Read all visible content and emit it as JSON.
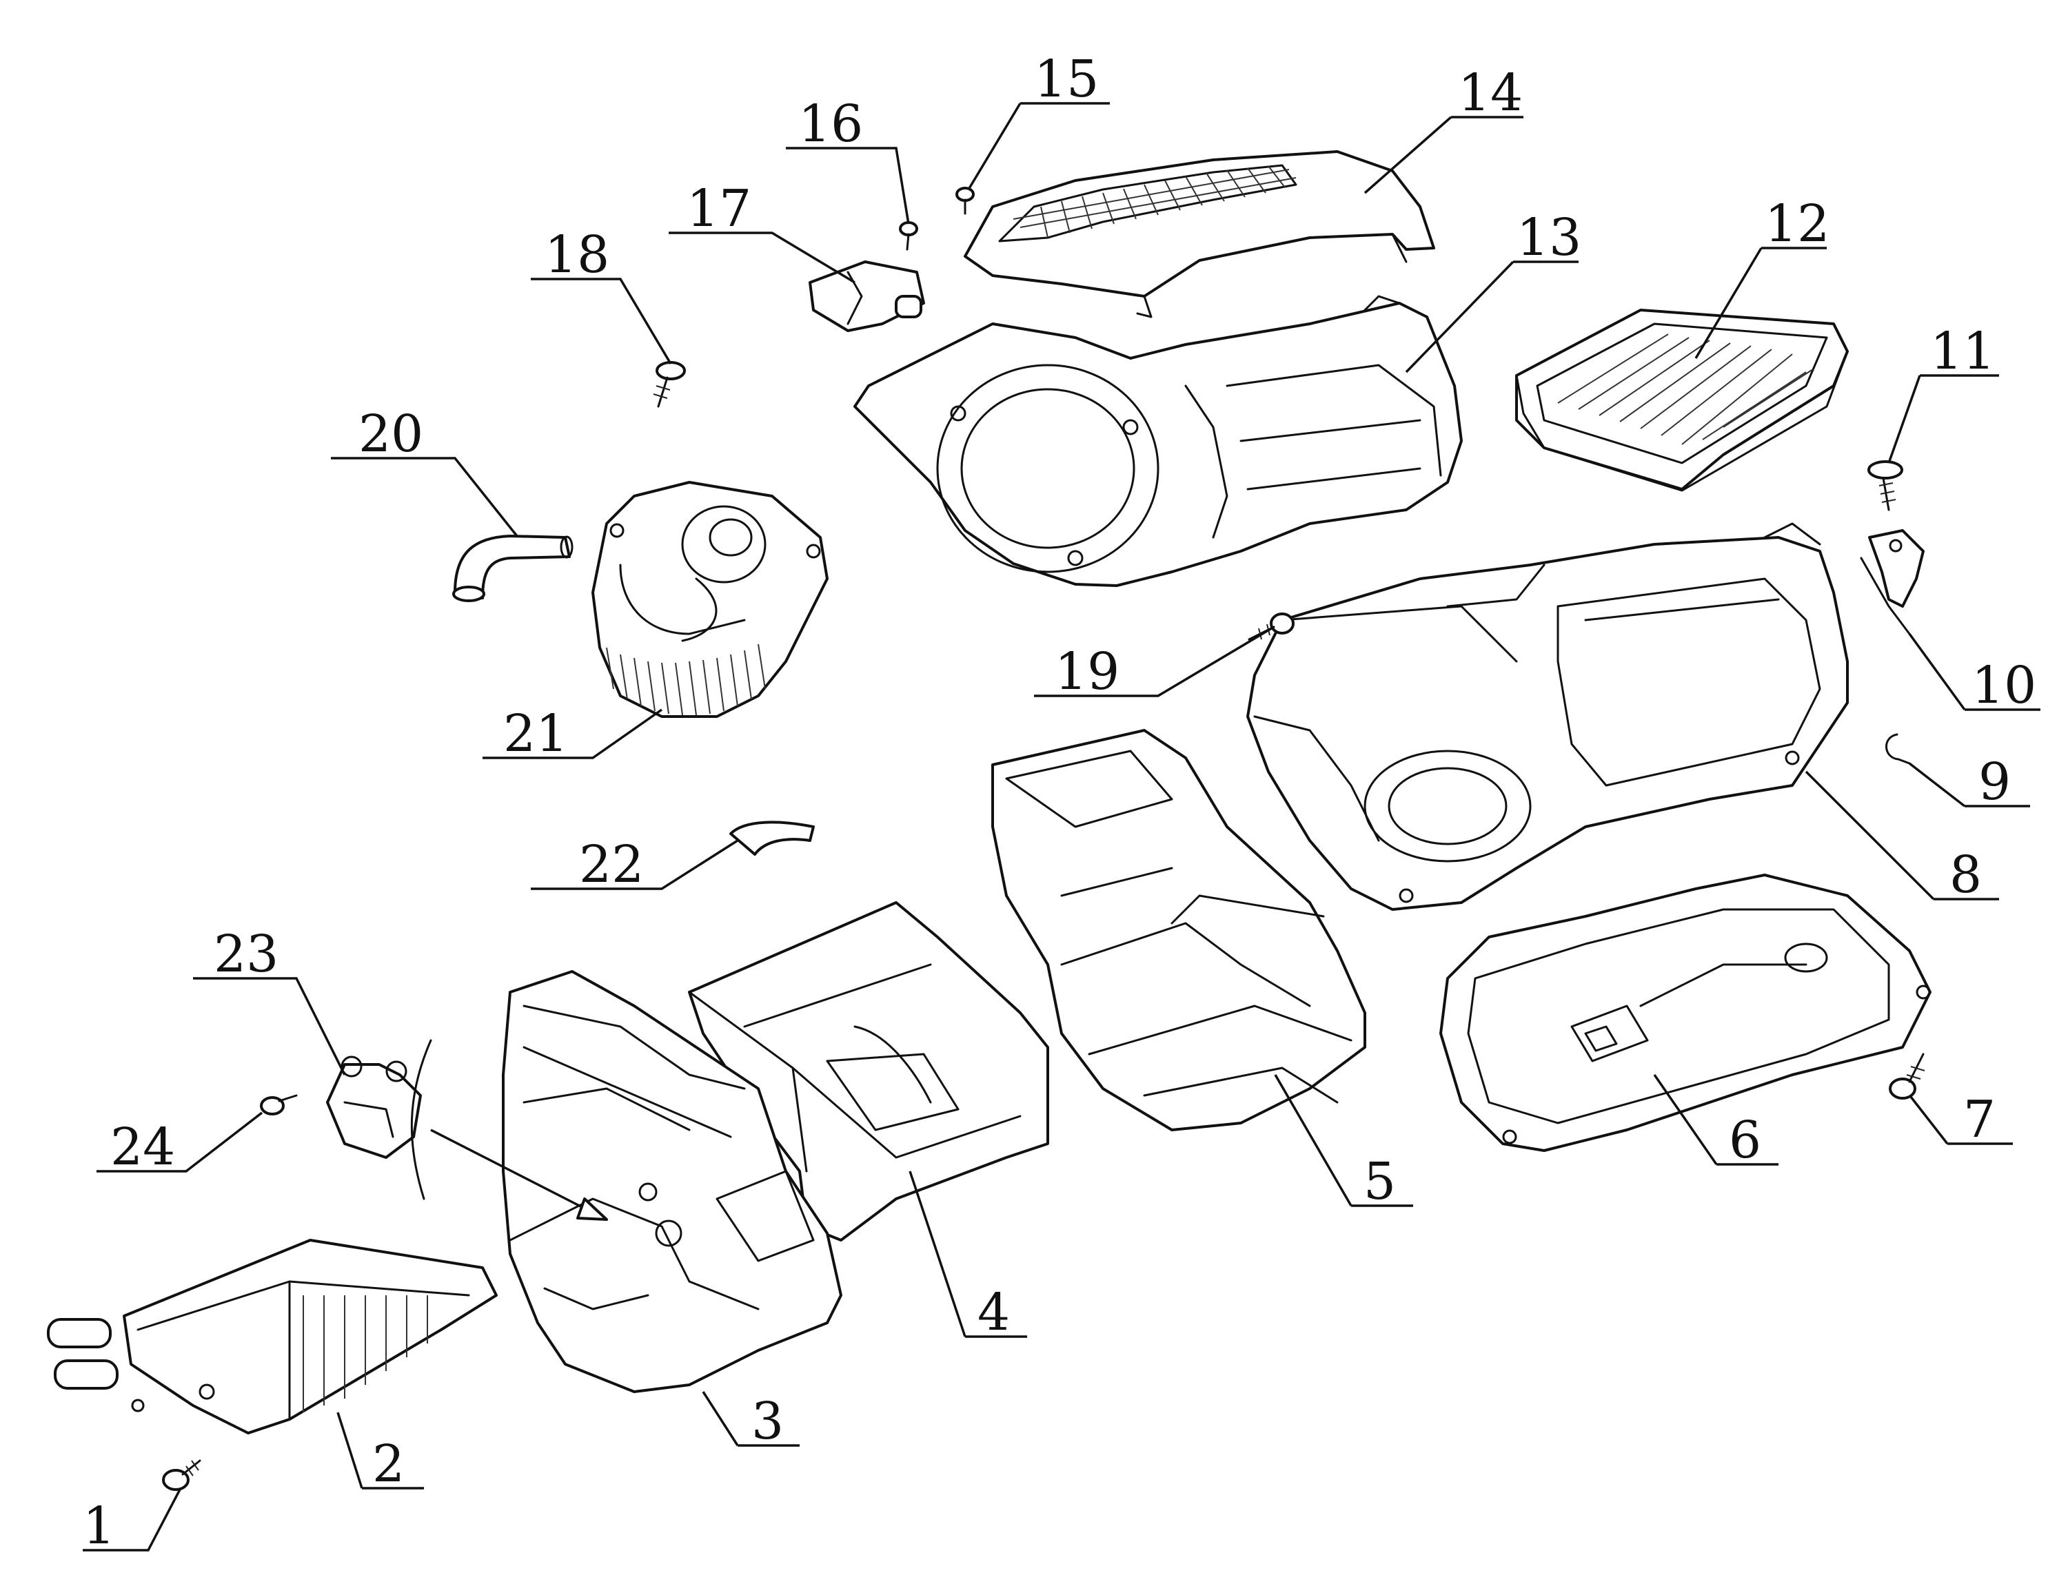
{
  "diagram": {
    "callouts": [
      {
        "label": "1"
      },
      {
        "label": "2"
      },
      {
        "label": "3"
      },
      {
        "label": "4"
      },
      {
        "label": "5"
      },
      {
        "label": "6"
      },
      {
        "label": "7"
      },
      {
        "label": "8"
      },
      {
        "label": "9"
      },
      {
        "label": "10"
      },
      {
        "label": "11"
      },
      {
        "label": "12"
      },
      {
        "label": "13"
      },
      {
        "label": "14"
      },
      {
        "label": "15"
      },
      {
        "label": "16"
      },
      {
        "label": "17"
      },
      {
        "label": "18"
      },
      {
        "label": "19"
      },
      {
        "label": "20"
      },
      {
        "label": "21"
      },
      {
        "label": "22"
      },
      {
        "label": "23"
      },
      {
        "label": "24"
      }
    ]
  }
}
